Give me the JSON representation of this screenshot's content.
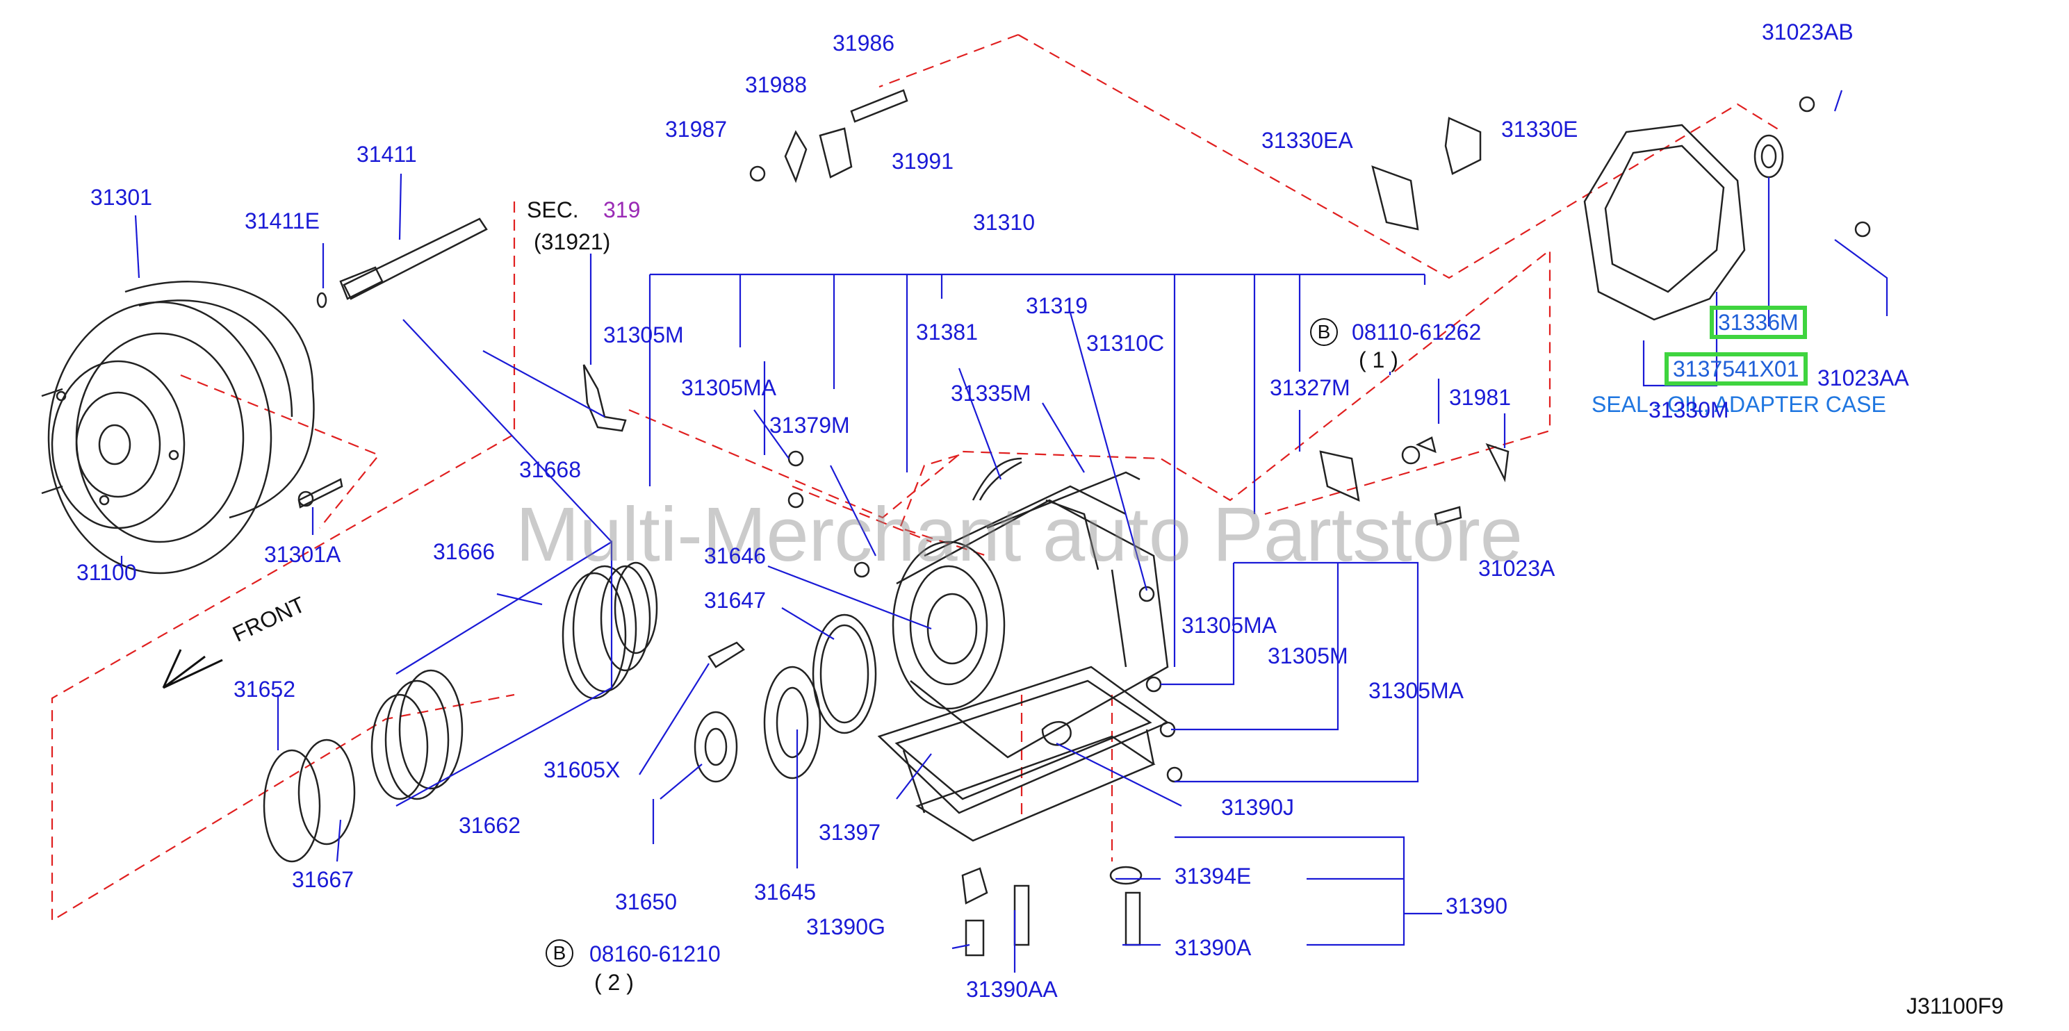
{
  "watermark": "Multi-Merchant auto Partstore",
  "diagram_ref": "J31100F9",
  "front_label": "FRONT",
  "sec_label": "SEC.",
  "sec_number": "319",
  "sec_ref": "(31921)",
  "highlight_caption": "SEAL - OIL, ADAPTER CASE",
  "bolt_refs": [
    {
      "badge": "B",
      "part": "08110-61262",
      "qty": "( 1 )"
    },
    {
      "badge": "B",
      "part": "08160-61210",
      "qty": "( 2 )"
    }
  ],
  "highlighted_parts": [
    "31336M",
    "3137541X01"
  ],
  "parts": [
    "31986",
    "31988",
    "31987",
    "31991",
    "31411",
    "31301",
    "31411E",
    "31100",
    "31301A",
    "31310",
    "31305M",
    "31305MA",
    "31381",
    "31319",
    "31310C",
    "31335M",
    "31379M",
    "31327M",
    "31981",
    "31023A",
    "31668",
    "31666",
    "31646",
    "31647",
    "31652",
    "31605X",
    "31662",
    "31667",
    "31650",
    "31645",
    "31397",
    "31390G",
    "31390AA",
    "31390A",
    "31394E",
    "31390",
    "31390J",
    "31305MA",
    "31305M",
    "31305MA",
    "31330EA",
    "31330E",
    "31023AB",
    "31023AA",
    "31330M"
  ]
}
